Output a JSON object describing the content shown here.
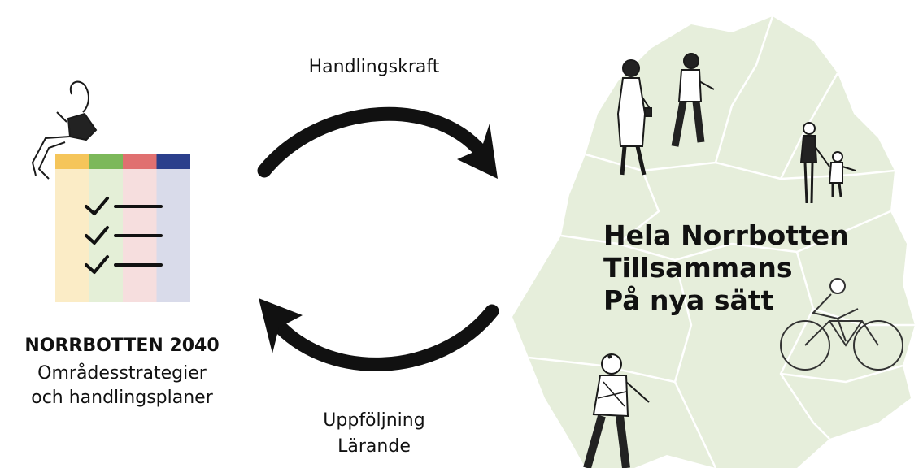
{
  "labels": {
    "top_arrow": "Handlingskraft",
    "bottom_arrow_line1": "Uppföljning",
    "bottom_arrow_line2": "Lärande"
  },
  "plan": {
    "title": "NORRBOTTEN 2040",
    "subtitle_line1": "Områdesstrategier",
    "subtitle_line2": "och handlingsplaner",
    "column_colors": [
      "#f5c55a",
      "#7cb85a",
      "#e07070",
      "#2b3f8c"
    ],
    "column_fill_colors": [
      "#fbecc6",
      "#e4efd7",
      "#f6dede",
      "#d9dbea"
    ],
    "checklist_count": 3
  },
  "map": {
    "fill_color": "#e6eedb",
    "slogan_line1": "Hela Norrbotten",
    "slogan_line2": "Tillsammans",
    "slogan_line3": "På nya sätt"
  }
}
